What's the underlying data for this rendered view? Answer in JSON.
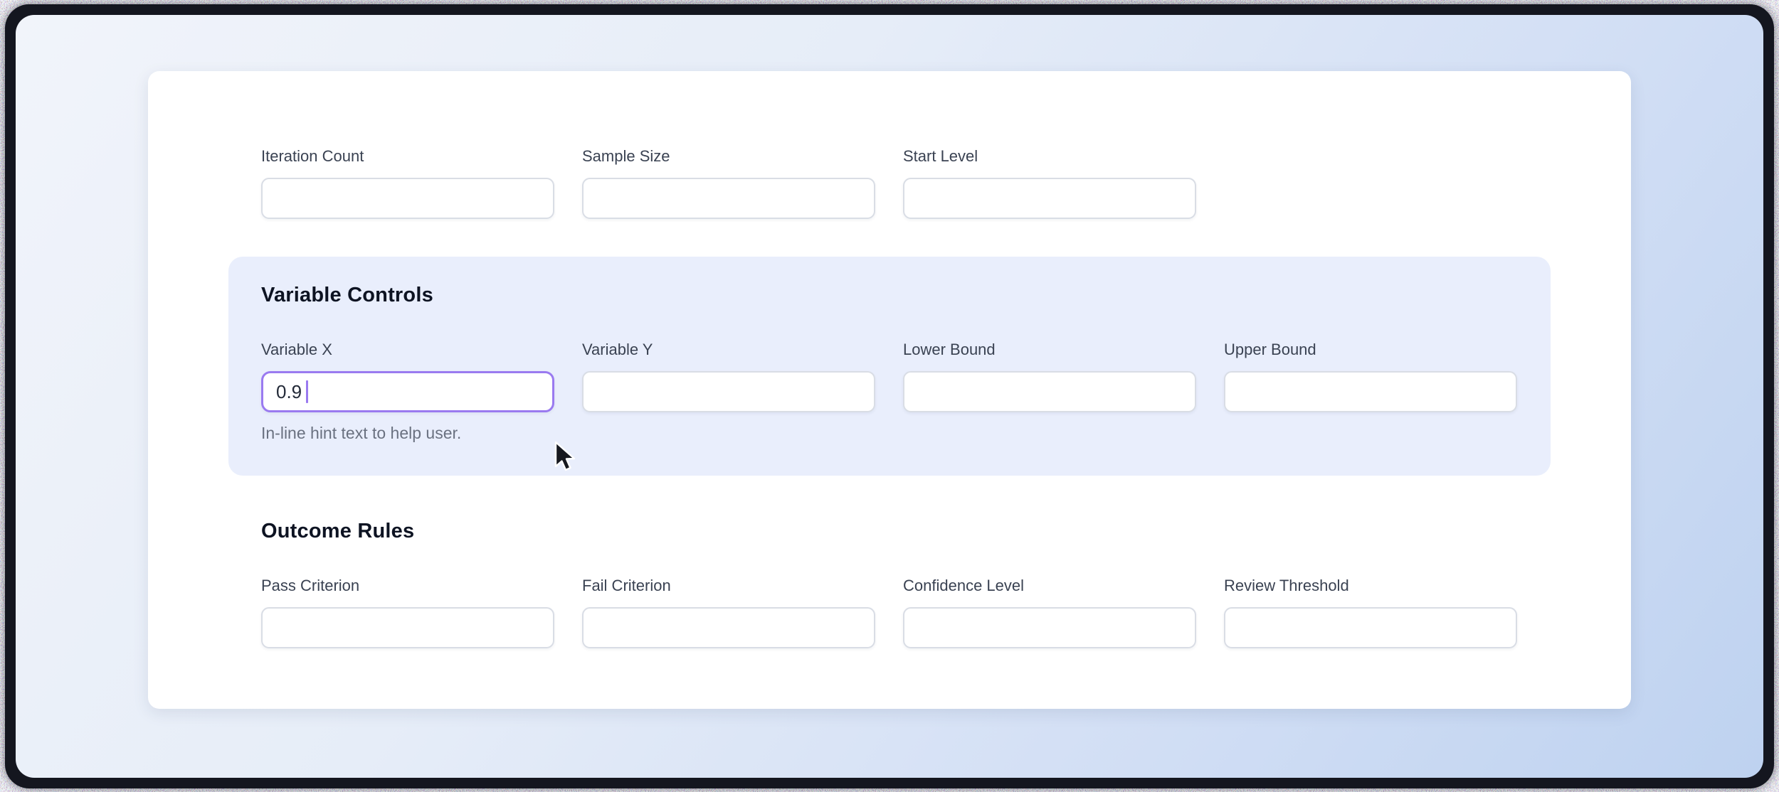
{
  "form": {
    "top_section": {
      "fields": [
        {
          "label": "Iteration Count",
          "value": ""
        },
        {
          "label": "Sample Size",
          "value": ""
        },
        {
          "label": "Start Level",
          "value": ""
        }
      ]
    },
    "variable_controls": {
      "title": "Variable Controls",
      "fields": [
        {
          "label": "Variable X",
          "value": "0.9",
          "state": "focused",
          "hint": "In-line hint text to help user."
        },
        {
          "label": "Variable Y",
          "value": ""
        },
        {
          "label": "Lower Bound",
          "value": ""
        },
        {
          "label": "Upper Bound",
          "value": ""
        }
      ]
    },
    "outcome_rules": {
      "title": "Outcome Rules",
      "fields": [
        {
          "label": "Pass Criterion",
          "value": ""
        },
        {
          "label": "Fail Criterion",
          "value": ""
        },
        {
          "label": "Confidence Level",
          "value": ""
        },
        {
          "label": "Review Threshold",
          "value": ""
        }
      ]
    }
  },
  "cursor": {
    "icon": "arrow-pointer"
  },
  "colors": {
    "focus_border": "#9a7af0",
    "panel_background": "#e9eefc",
    "card_background": "#ffffff",
    "frame": "#14161f",
    "label_text": "#3a4252",
    "hint_text": "#6a7180"
  }
}
